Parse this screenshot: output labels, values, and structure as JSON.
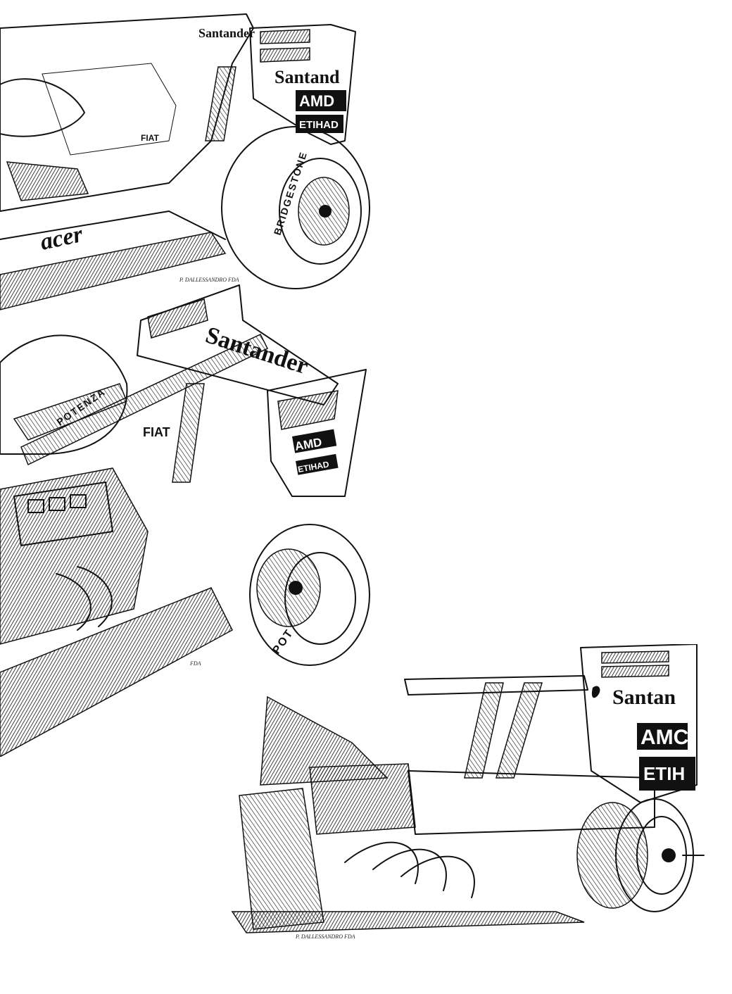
{
  "illustrations": [
    {
      "name": "top",
      "sponsors": {
        "wing_top": "Santander",
        "wing_side": "Santand",
        "badge_1": "AMD",
        "badge_2": "ETIHAD",
        "sidepod": "acer",
        "engine_cover": "FIAT"
      },
      "tyre_text": "BRIDGESTONE",
      "signature": "P. DALLESSANDRO FDA"
    },
    {
      "name": "middle",
      "sponsors": {
        "wing": "Santander",
        "engine": "FIAT",
        "badge_1": "AMD",
        "badge_2": "ETIHAD"
      },
      "tyre_text_1": "POTENZA",
      "tyre_text_2": "POT",
      "signature": "FDA"
    },
    {
      "name": "bottom",
      "sponsors": {
        "wing": "Santan",
        "badge_1": "AMC",
        "badge_2": "ETIH"
      },
      "signature": "P. DALLESSANDRO FDA"
    }
  ]
}
